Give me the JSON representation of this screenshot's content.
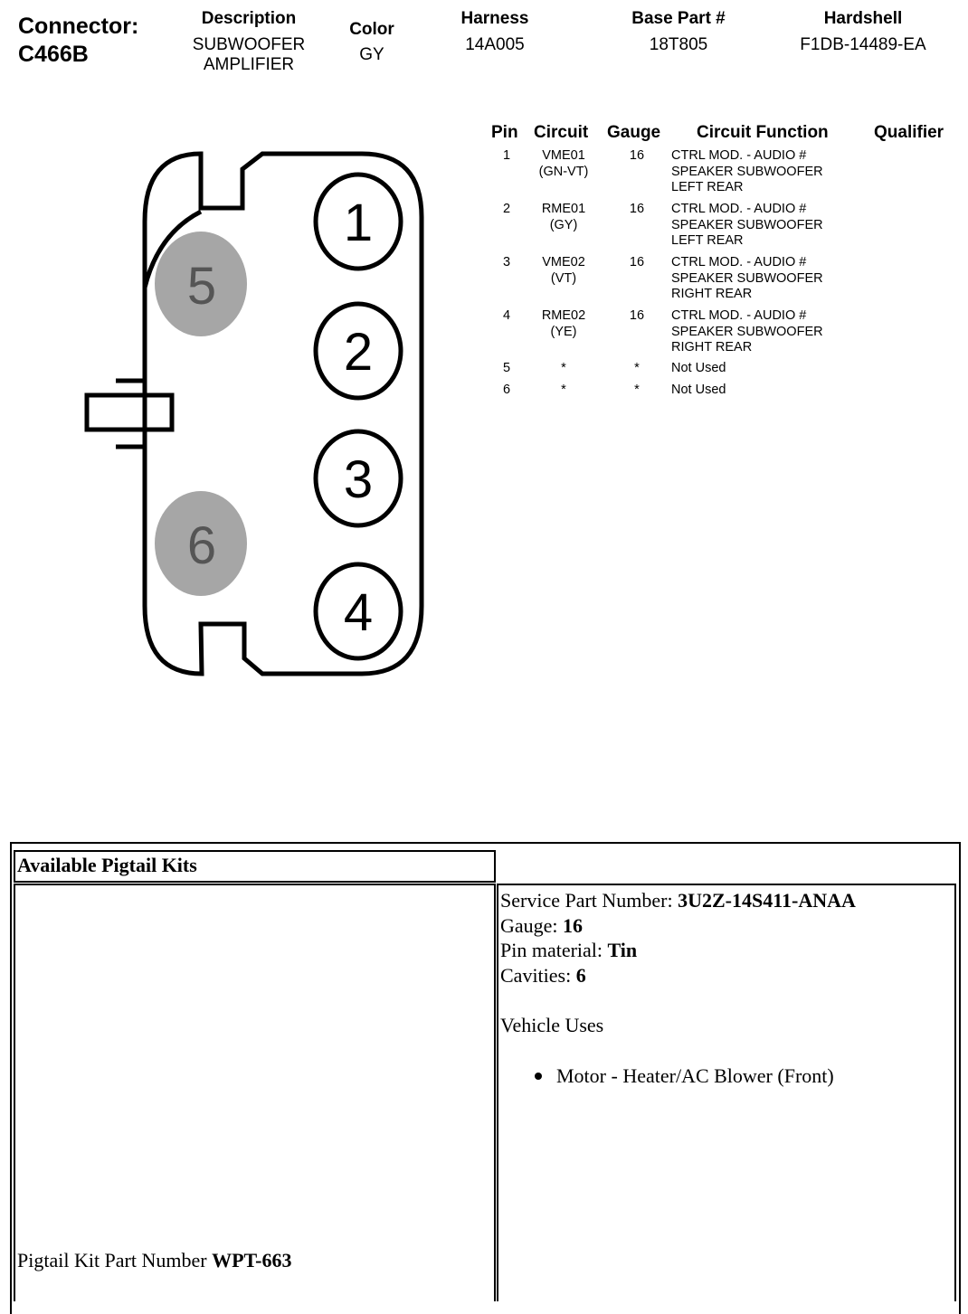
{
  "header": {
    "connector_label": "Connector:",
    "connector_id": "C466B",
    "description_label": "Description",
    "description_line1": "SUBWOOFER",
    "description_line2": "AMPLIFIER",
    "color_label": "Color",
    "color_value": "GY",
    "harness_label": "Harness",
    "harness_value": "14A005",
    "base_part_label": "Base Part #",
    "base_part_value": "18T805",
    "hardshell_label": "Hardshell",
    "hardshell_value": "F1DB-14489-EA"
  },
  "diagram": {
    "pins": [
      {
        "label": "1",
        "used": true
      },
      {
        "label": "2",
        "used": true
      },
      {
        "label": "3",
        "used": true
      },
      {
        "label": "4",
        "used": true
      },
      {
        "label": "5",
        "used": false
      },
      {
        "label": "6",
        "used": false
      }
    ],
    "colors": {
      "outline": "#000000",
      "unused_fill": "#a6a6a6",
      "unused_text": "#555555"
    }
  },
  "pin_table": {
    "headers": [
      "Pin",
      "Circuit",
      "Gauge",
      "Circuit Function",
      "Qualifier"
    ],
    "rows": [
      {
        "pin": "1",
        "circuit": "VME01",
        "color": "(GN-VT)",
        "gauge": "16",
        "function": [
          "CTRL MOD. - AUDIO #",
          "SPEAKER SUBWOOFER",
          "LEFT REAR"
        ]
      },
      {
        "pin": "2",
        "circuit": "RME01",
        "color": "(GY)",
        "gauge": "16",
        "function": [
          "CTRL MOD. - AUDIO #",
          "SPEAKER SUBWOOFER",
          "LEFT REAR"
        ]
      },
      {
        "pin": "3",
        "circuit": "VME02",
        "color": "(VT)",
        "gauge": "16",
        "function": [
          "CTRL MOD. - AUDIO #",
          "SPEAKER SUBWOOFER",
          "RIGHT REAR"
        ]
      },
      {
        "pin": "4",
        "circuit": "RME02",
        "color": "(YE)",
        "gauge": "16",
        "function": [
          "CTRL MOD. - AUDIO #",
          "SPEAKER SUBWOOFER",
          "RIGHT REAR"
        ]
      },
      {
        "pin": "5",
        "circuit": "*",
        "color": "",
        "gauge": "*",
        "function": [
          "Not Used"
        ]
      },
      {
        "pin": "6",
        "circuit": "*",
        "color": "",
        "gauge": "*",
        "function": [
          "Not Used"
        ]
      }
    ]
  },
  "pigtail": {
    "title": "Available Pigtail Kits",
    "service_part_label": "Service Part Number: ",
    "service_part_value": "3U2Z-14S411-ANAA",
    "gauge_label": "Gauge: ",
    "gauge_value": "16",
    "pin_material_label": "Pin material: ",
    "pin_material_value": "Tin",
    "cavities_label": "Cavities: ",
    "cavities_value": "6",
    "vehicle_uses_label": "Vehicle Uses",
    "vehicle_uses": [
      "Motor - Heater/AC Blower (Front)"
    ],
    "kit_part_label": "Pigtail Kit Part Number ",
    "kit_part_value": "WPT-663"
  }
}
